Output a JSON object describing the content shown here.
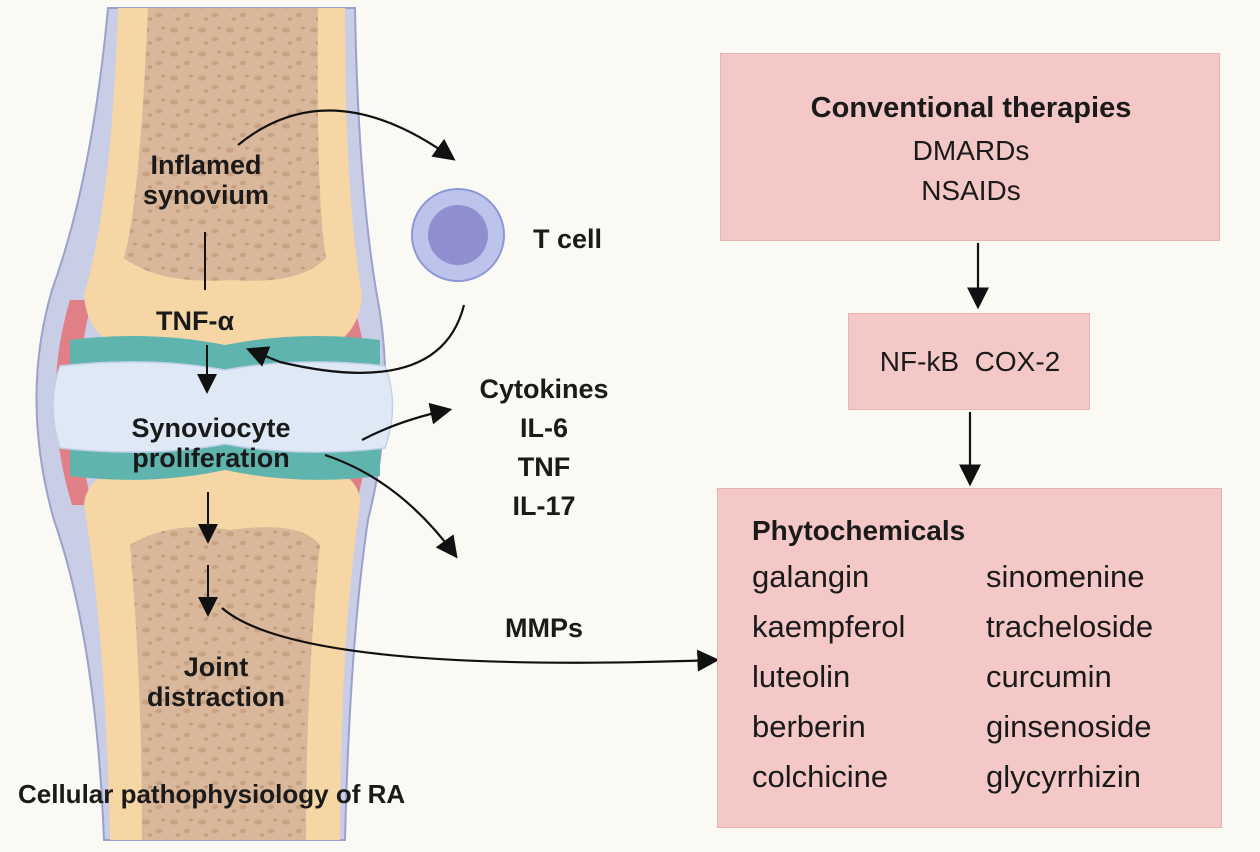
{
  "joint": {
    "inflamed_synovium": [
      "Inflamed",
      "synovium"
    ],
    "tnf_alpha": "TNF-α",
    "synoviocyte_proliferation": [
      "Synoviocyte",
      "proliferation"
    ],
    "joint_distraction": [
      "Joint",
      "distraction"
    ],
    "caption": "Cellular pathophysiology of RA"
  },
  "t_cell": {
    "label": "T cell"
  },
  "cytokines": {
    "title": "Cytokines",
    "items": [
      "IL-6",
      "TNF",
      "IL-17"
    ]
  },
  "mmps": "MMPs",
  "conventional": {
    "title": "Conventional therapies",
    "items": [
      "DMARDs",
      "NSAIDs"
    ]
  },
  "targets": {
    "label": "NF-kB  COX-2"
  },
  "phytochemicals": {
    "title": "Phytochemicals",
    "left": [
      "galangin",
      "kaempferol",
      "luteolin",
      "berberin",
      "colchicine"
    ],
    "right": [
      "sinomenine",
      "tracheloside",
      "curcumin",
      "ginsenoside",
      "glycyrrhizin"
    ]
  },
  "colors": {
    "bone": "#f6d6a4",
    "marrow": "#d9b79a",
    "capsule": "#c9cde6",
    "synovium": "#e07f86",
    "cartilage": "#5fb5ae",
    "fluid": "#dfe9f6",
    "box": "#f3c8c6",
    "t_cell_outer": "#bcc4ec",
    "t_cell_inner": "#8f8fcf"
  }
}
